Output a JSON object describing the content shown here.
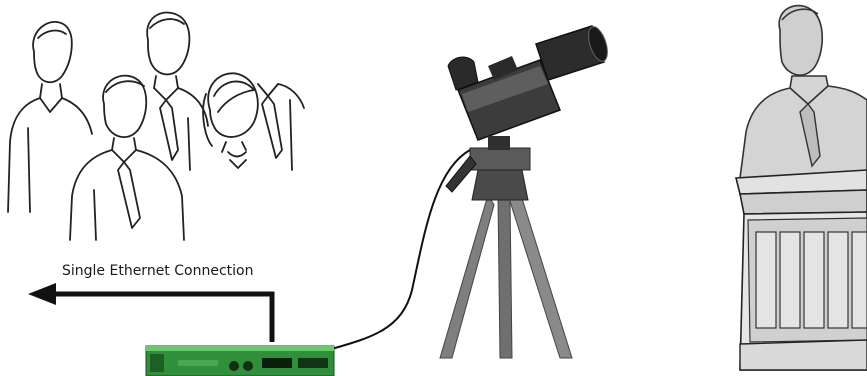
{
  "diagram": {
    "connection_label": "Single Ethernet Connection",
    "nodes": [
      {
        "id": "audience",
        "icon": "audience-group-icon"
      },
      {
        "id": "camera",
        "icon": "video-camera-on-tripod-icon"
      },
      {
        "id": "speaker",
        "icon": "speaker-at-podium-icon"
      },
      {
        "id": "encoder",
        "icon": "rack-encoder-device-icon"
      }
    ],
    "colors": {
      "encoder_green": "#2f8f3a",
      "arrow": "#111111",
      "camera_body": "#3a3a3a",
      "tripod": "#7a7a7a",
      "podium": "#d6d6d6"
    }
  }
}
